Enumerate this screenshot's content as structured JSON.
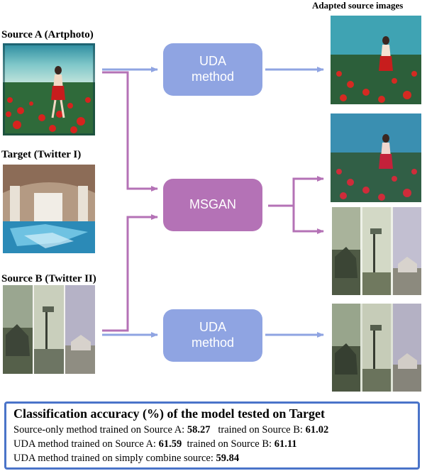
{
  "labels": {
    "adapted_title": "Adapted source images",
    "source_a": "Source A (Artphoto)",
    "target": "Target (Twitter I)",
    "source_b": "Source B (Twitter II)"
  },
  "boxes": {
    "uda_top": [
      "UDA",
      "method"
    ],
    "msgan": "MSGAN",
    "uda_bottom": [
      "UDA",
      "method"
    ]
  },
  "summary": {
    "title": "Classification accuracy (%) of the model tested on Target",
    "l1_a": "Source-only method trained on Source A: ",
    "l1_a_val": "58.27",
    "l1_b": "   trained on Source B: ",
    "l1_b_val": "61.02",
    "l2_a": "UDA method trained on Source A: ",
    "l2_a_val": "61.59",
    "l2_b": "  trained on Source B: ",
    "l2_b_val": "61.11",
    "l3_a": "UDA method trained on simply combine source: ",
    "l3_a_val": "59.84"
  },
  "colors": {
    "uda": "#8fa4e2",
    "msgan": "#b472b6",
    "uda_arrow": "#8fa4e2",
    "msgan_arrow": "#b472b6",
    "summary_border": "#4a74c9"
  }
}
